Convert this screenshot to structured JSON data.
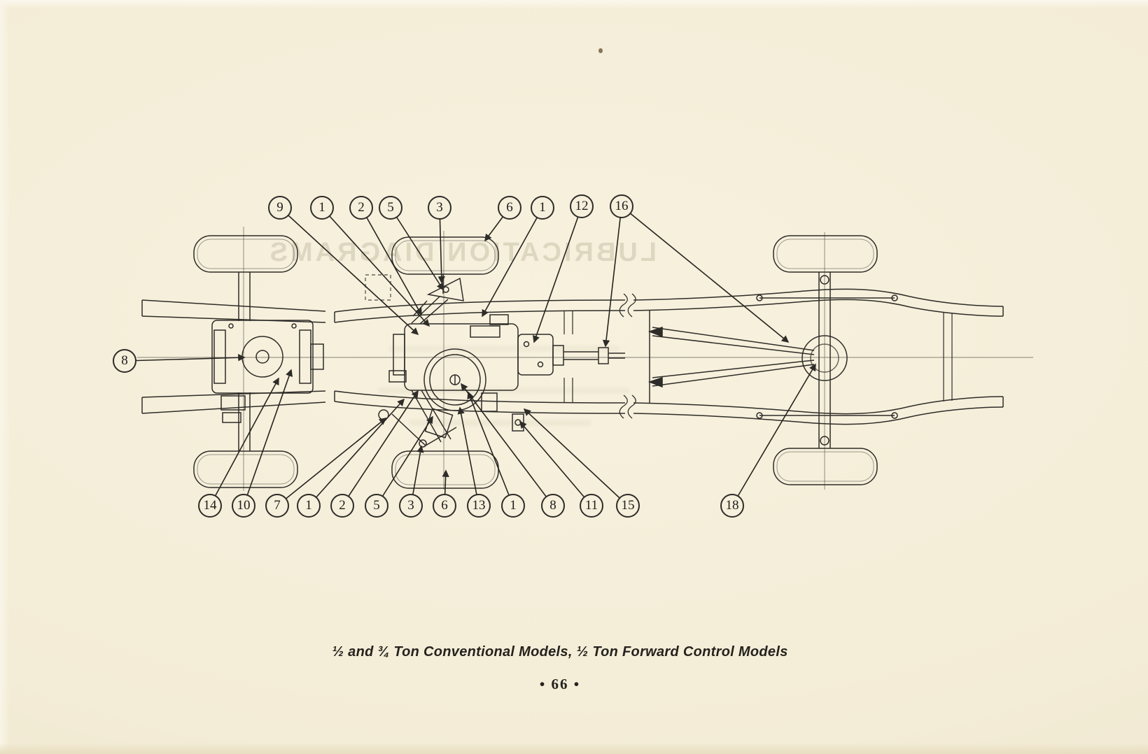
{
  "document": {
    "ghost_text": "LUBRICATION DIAGRAMS",
    "caption": "½ and ¾ Ton Conventional Models, ½ Ton Forward Control Models",
    "page_number": "• 66 •"
  },
  "callouts": {
    "top": [
      "9",
      "1",
      "2",
      "5",
      "3",
      "6",
      "1",
      "12",
      "16"
    ],
    "left": [
      "8"
    ],
    "bottom": [
      "14",
      "10",
      "7",
      "1",
      "2",
      "5",
      "3",
      "6",
      "13",
      "1",
      "8",
      "11",
      "15",
      "18"
    ]
  }
}
